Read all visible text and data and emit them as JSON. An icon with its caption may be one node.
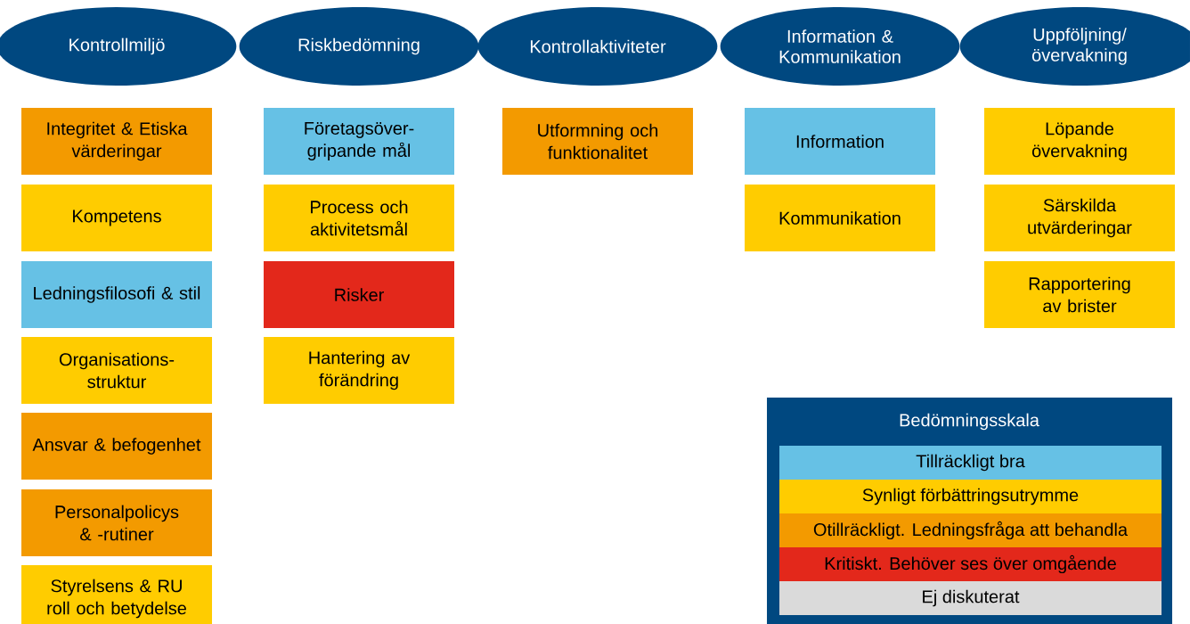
{
  "diagram": {
    "nodes": [
      {
        "text": [
          "Kontrollmiljö"
        ]
      },
      {
        "text": [
          "Riskbedömning"
        ]
      },
      {
        "text": [
          "Kontrollaktiviteter"
        ]
      },
      {
        "text": [
          "Information & Kommunikation"
        ]
      },
      {
        "text": [
          "Uppföljning/ övervakning"
        ]
      },
      {
        "text": [
          "Integritet & Etiska värderingar"
        ]
      },
      {
        "text": [
          "Kompetens"
        ]
      },
      {
        "text": [
          "Ledningsfilosofi & stil"
        ]
      },
      {
        "text": [
          "Organisations- struktur"
        ]
      },
      {
        "text": [
          "Ansvar & befogenhet"
        ]
      },
      {
        "text": [
          "Personalpolicys & -rutiner"
        ]
      },
      {
        "text": [
          "Styrelsens & RU roll och betydelse"
        ]
      },
      {
        "text": [
          "Företagsöver- gripande mål"
        ]
      },
      {
        "text": [
          "Process och aktivitetsmål"
        ]
      },
      {
        "text": [
          "Risker"
        ]
      },
      {
        "text": [
          "Hantering av förändring"
        ]
      },
      {
        "text": [
          "Utformning och funktionalitet"
        ]
      },
      {
        "text": [
          "Information"
        ]
      },
      {
        "text": [
          "Kommunikation"
        ]
      },
      {
        "text": [
          "Löpande övervakning"
        ]
      },
      {
        "text": [
          "Särskilda utvärderingar"
        ]
      },
      {
        "text": [
          "Rapportering av brister"
        ]
      }
    ],
    "labels": [
      "Bedömningsskala"
    ],
    "legend": [
      {
        "text": "Tillräckligt bra",
        "color": "#66c1e5"
      },
      {
        "text": "Synligt förbättringsutrymme",
        "color": "#ffcc00"
      },
      {
        "text": "Otillräckligt. Ledningsfråga att behandla",
        "color": "#f39a00"
      },
      {
        "text": "Kritiskt. Behöver ses över omgående",
        "color": "#e3281b"
      },
      {
        "text": "Ej diskuterat",
        "color": "#dadada"
      }
    ]
  }
}
